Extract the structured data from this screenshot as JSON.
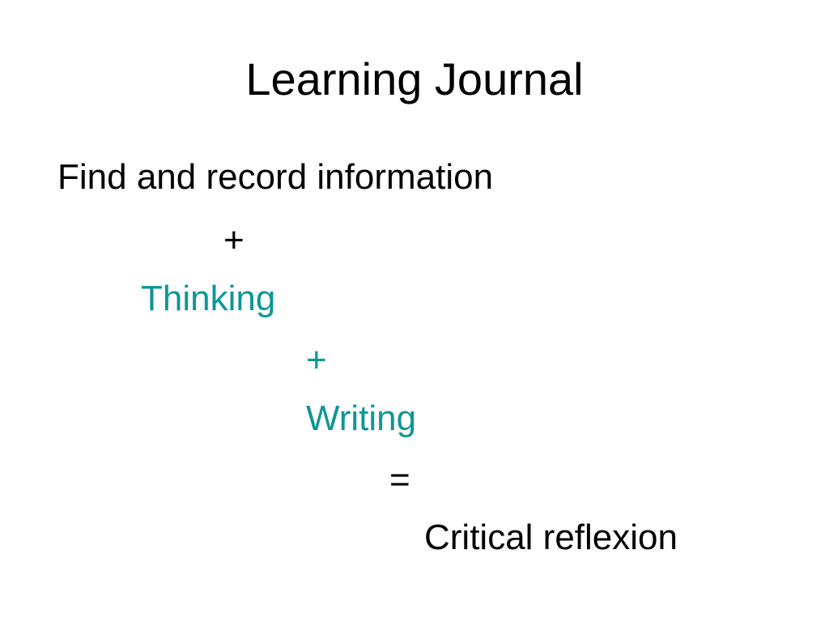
{
  "slide": {
    "title": "Learning Journal",
    "lines": [
      "Find and record information",
      "+",
      "Thinking",
      "+",
      "Writing",
      "=",
      "Critical reflexion"
    ]
  },
  "colors": {
    "text": "#000000",
    "accent": "#0f9696",
    "background": "#ffffff"
  }
}
